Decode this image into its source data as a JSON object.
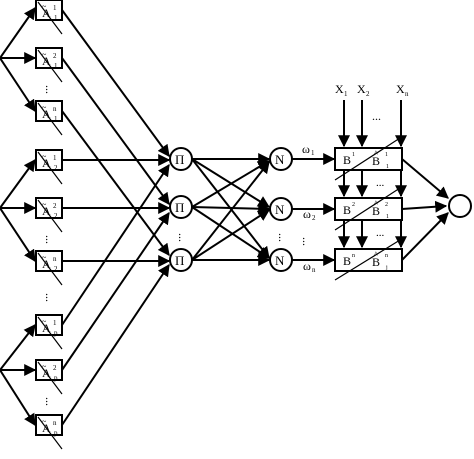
{
  "figure": "neuro-fuzzy network diagram",
  "membership_blocks": [
    {
      "letter": "A",
      "sup": "1",
      "sub": "1"
    },
    {
      "letter": "A",
      "sup": "2",
      "sub": "1"
    },
    {
      "letter": "A",
      "sup": "n",
      "sub": "1"
    },
    {
      "letter": "A",
      "sup": "1",
      "sub": "2"
    },
    {
      "letter": "A",
      "sup": "2",
      "sub": "2"
    },
    {
      "letter": "A",
      "sup": "n",
      "sub": "2"
    },
    {
      "letter": "A",
      "sup": "1",
      "sub": "p"
    },
    {
      "letter": "A",
      "sup": "2",
      "sub": "p"
    },
    {
      "letter": "A",
      "sup": "n",
      "sub": "p"
    }
  ],
  "product_nodes": [
    "Π",
    "Π",
    "Π"
  ],
  "normalize_nodes": [
    "N",
    "N",
    "N"
  ],
  "weights": [
    {
      "symbol": "ω",
      "sub": "1"
    },
    {
      "symbol": "ω",
      "sub": "2"
    },
    {
      "symbol": "ω",
      "sub": "n"
    }
  ],
  "inputs": [
    {
      "symbol": "X",
      "sub": "1"
    },
    {
      "symbol": "X",
      "sub": "2"
    },
    {
      "symbol": "X",
      "sub": "n"
    }
  ],
  "consequent_blocks": [
    {
      "left": "B",
      "left_sup": "1",
      "right": "B",
      "right_sup": "1",
      "right_sub": "1"
    },
    {
      "left": "B",
      "left_sup": "2",
      "right": "B",
      "right_sup": "2",
      "right_sub": "1"
    },
    {
      "left": "B",
      "left_sup": "n",
      "right": "B",
      "right_sup": "n",
      "right_sub": "j"
    }
  ],
  "ellipsis": "..."
}
